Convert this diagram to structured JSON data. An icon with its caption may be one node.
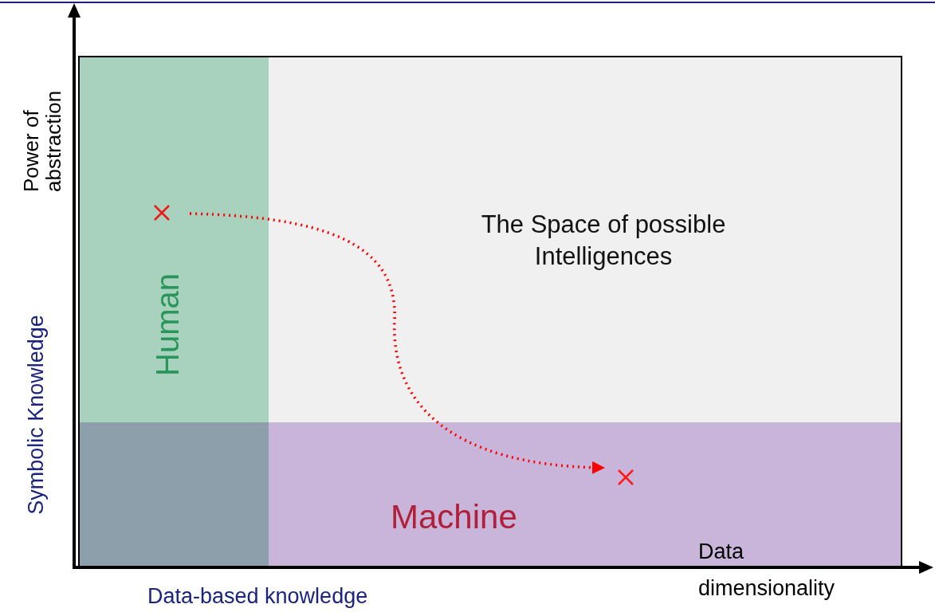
{
  "diagram": {
    "nodes": [
      {
        "text": [
          "The Space of possible Intelligences"
        ]
      },
      {
        "text": [
          "Human"
        ],
        "in": 0
      },
      {
        "text": [
          "Machine"
        ],
        "in": 0
      },
      {
        "text": [],
        "shape": "cross",
        "in": 1
      },
      {
        "text": [],
        "shape": "cross",
        "in": 2
      }
    ],
    "edges": [
      {
        "from": 3,
        "to": 4,
        "arrow": "to",
        "style": "dashed",
        "color": "#ff0000"
      }
    ],
    "labels": [
      "Power of abstraction",
      "Symbolic Knowledge",
      "Data-based knowledge",
      "Data dimensionality"
    ]
  }
}
